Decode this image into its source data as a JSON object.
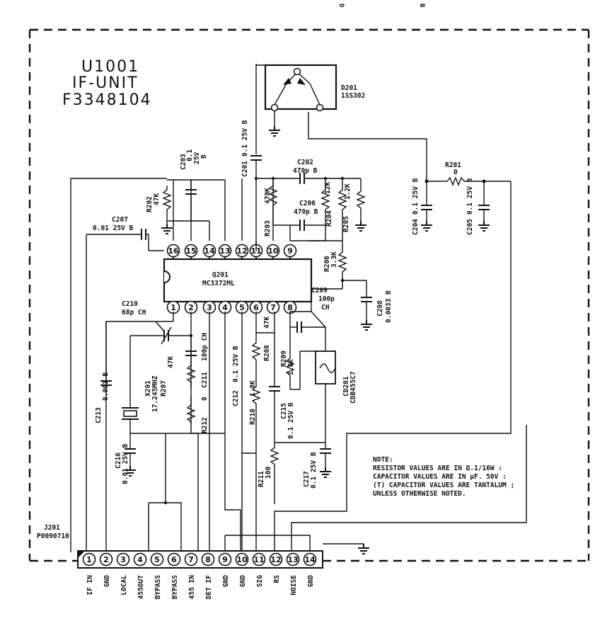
{
  "title": {
    "line1": "U1001",
    "line2": "IF-UNIT",
    "line3": "F3348104"
  },
  "top_marks": [
    "D",
    "B"
  ],
  "ic": {
    "ref": "Q201",
    "part": "MC3372ML",
    "pins_top": [
      "16",
      "15",
      "14",
      "13",
      "12",
      "11",
      "10",
      "9"
    ],
    "pins_bottom": [
      "1",
      "2",
      "3",
      "4",
      "5",
      "6",
      "7",
      "8"
    ]
  },
  "components": {
    "d201": {
      "ref": "D201",
      "part": "1SS302"
    },
    "c201": {
      "ref": "C201",
      "value": "0.1  25V  B"
    },
    "c202": {
      "ref": "C202",
      "value": "470p  B"
    },
    "c203": {
      "ref": "C203",
      "value1": "0.1",
      "value2": "25V",
      "value3": "B"
    },
    "c204": {
      "ref": "C204",
      "value": "0.1  25V  B"
    },
    "c205": {
      "ref": "C205",
      "value": "0.1  25V  B"
    },
    "c206": {
      "ref": "C206",
      "value": "470p  B"
    },
    "c207": {
      "ref": "C207",
      "value": "0.01  25V  B"
    },
    "c208": {
      "ref": "C208",
      "value": "0.0033  B"
    },
    "c209": {
      "ref": "C209",
      "value1": "100p",
      "value2": "CH"
    },
    "c210": {
      "ref": "C210",
      "value": "68p  CH"
    },
    "c211": {
      "ref": "C211",
      "value": "100p  CH"
    },
    "c212": {
      "ref": "C212",
      "value": "0.1  25V  B"
    },
    "c213": {
      "ref": "C213",
      "value": "0.001  B"
    },
    "c215": {
      "ref": "C215",
      "value": "0.1  25V  B"
    },
    "c216": {
      "ref": "C216",
      "value": "0.01  25V  B"
    },
    "c217": {
      "ref": "C217",
      "value": "0.1  25V  B"
    },
    "r201": {
      "ref": "R201",
      "value": "0"
    },
    "r202": {
      "ref": "R202",
      "value": "47K"
    },
    "r203": {
      "ref": "R203",
      "value": "470K"
    },
    "r204": {
      "ref": "R204",
      "value": "12K"
    },
    "r205": {
      "ref": "R205",
      "value": "1.2K"
    },
    "r206": {
      "ref": "R206",
      "value": "3.3K"
    },
    "r207": {
      "ref": "R207",
      "value": "47K"
    },
    "r208": {
      "ref": "R208",
      "value": "47K"
    },
    "r209": {
      "ref": "R209",
      "value": "1.8K"
    },
    "r210": {
      "ref": "R210",
      "value": "1.8K"
    },
    "r211": {
      "ref": "R211",
      "value": "100"
    },
    "r212": {
      "ref": "R212",
      "value": "0"
    },
    "x201": {
      "ref": "X201",
      "value": "17.245MHZ"
    },
    "cd201": {
      "ref": "CD201",
      "part": "CDB455C7"
    }
  },
  "connector": {
    "ref": "J201",
    "part": "P0090710",
    "pins": [
      {
        "num": "1",
        "label": "IF IN"
      },
      {
        "num": "2",
        "label": "GND"
      },
      {
        "num": "3",
        "label": "LOCAL"
      },
      {
        "num": "4",
        "label": "455OUT"
      },
      {
        "num": "5",
        "label": "BYPASS"
      },
      {
        "num": "6",
        "label": "BYPASS"
      },
      {
        "num": "7",
        "label": "455 IN"
      },
      {
        "num": "8",
        "label": "DET IF"
      },
      {
        "num": "9",
        "label": "GND"
      },
      {
        "num": "10",
        "label": "GND"
      },
      {
        "num": "11",
        "label": "SIG"
      },
      {
        "num": "12",
        "label": "RS"
      },
      {
        "num": "13",
        "label": "NOISE"
      },
      {
        "num": "14",
        "label": "GND"
      }
    ]
  },
  "note": {
    "heading": "NOTE:",
    "line1": "RESISTOR  VALUES ARE IN Ω.1/16W :",
    "line2": "CAPACITOR VALUES ARE IN μF. 50V :",
    "line3": "(T) CAPACITOR VALUES ARE TANTALUM ;",
    "line4": "UNLESS OTHERWISE NOTED."
  }
}
